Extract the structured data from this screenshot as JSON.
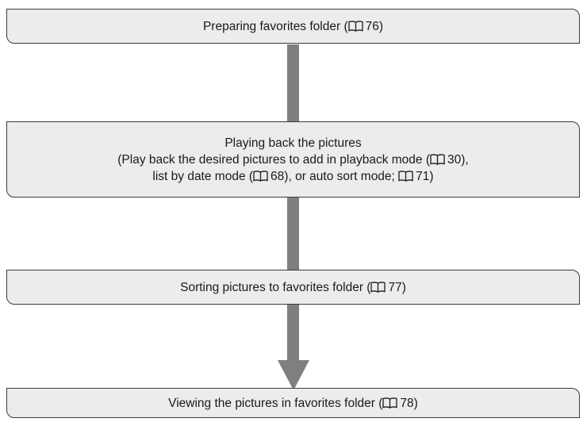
{
  "steps": [
    {
      "text": "Preparing favorites folder (",
      "page": "76",
      "suffix": ")"
    },
    {
      "line1": "Playing back the pictures",
      "line2_pre": "(Play back the desired pictures to add in playback mode (",
      "line2_page": "30",
      "line2_post": "),",
      "line3_pre": "list by date mode (",
      "line3_page1": "68",
      "line3_mid": "), or auto sort mode; ",
      "line3_page2": "71",
      "line3_post": ")"
    },
    {
      "text": "Sorting pictures to favorites folder (",
      "page": "77",
      "suffix": ")"
    },
    {
      "text": "Viewing the pictures in favorites folder (",
      "page": "78",
      "suffix": ")"
    }
  ],
  "icons": {
    "page_reference": "book-icon"
  },
  "colors": {
    "box_fill": "#ececec",
    "box_border": "#3a3a3a",
    "arrow": "#7f7f7f"
  }
}
